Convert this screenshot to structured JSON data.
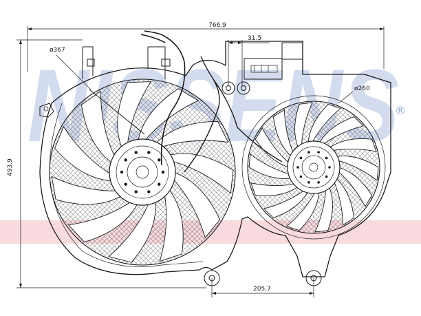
{
  "dimensions": {
    "overall_width": "766.9",
    "height": "493.9",
    "large_fan_diameter": "ø367",
    "small_fan_diameter": "ø260",
    "connector_offset": "31.5",
    "mount_spacing": "205.7"
  },
  "watermark": {
    "text": "NISSENS",
    "registered_mark": "®",
    "color": "#3a63b8",
    "band_color": "#e5566a"
  },
  "icons": {
    "large_fan": "fan-icon",
    "small_fan": "fan-icon",
    "connector": "connector-icon"
  }
}
